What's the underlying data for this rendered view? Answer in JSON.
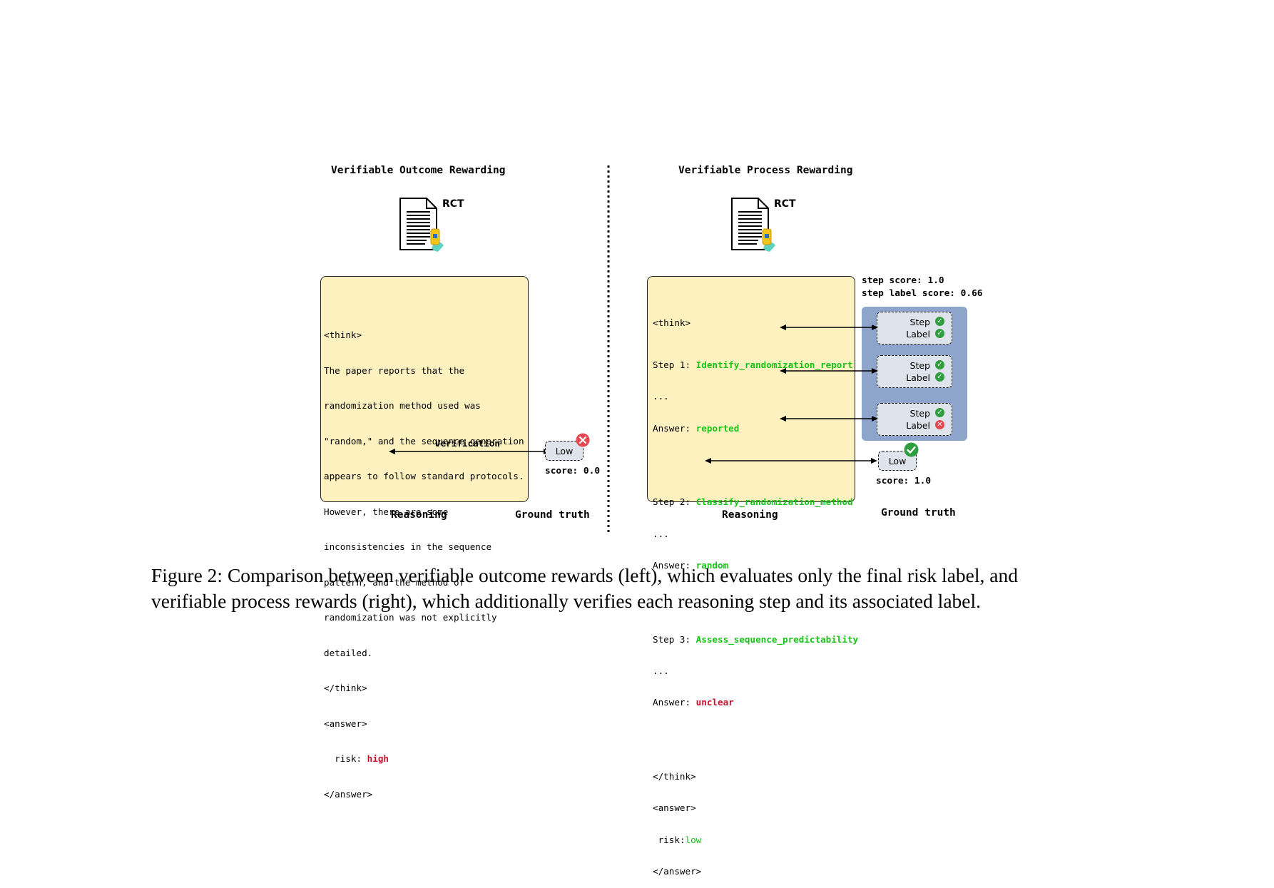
{
  "left": {
    "title": "Verifiable Outcome Rewarding",
    "doc_label": "RCT",
    "reasoning_lines": [
      "<think>",
      "The paper reports that the",
      "randomization method used was",
      "\"random,\" and the sequence generation",
      "appears to follow standard protocols.",
      "However, there are some",
      "inconsistencies in the sequence",
      "pattern, and the method of",
      "randomization was not explicitly",
      "detailed.",
      "</think>",
      "<answer>"
    ],
    "risk_prefix": "  risk: ",
    "risk_value": "high",
    "answer_close": "</answer>",
    "verification_label": "Verification",
    "ground_truth_value": "Low",
    "score": "score: 0.0",
    "reasoning_label": "Reasoning",
    "ground_truth_label": "Ground truth"
  },
  "right": {
    "title": "Verifiable Process Rewarding",
    "doc_label": "RCT",
    "think_open": "<think>",
    "steps": [
      {
        "prefix": "Step 1: ",
        "name": "Identify_randomization_report",
        "dots": "...",
        "answer_prefix": "Answer: ",
        "answer": "reported",
        "answer_status": "green",
        "step_label": "Step",
        "label_label": "Label",
        "step_ok": true,
        "label_ok": true
      },
      {
        "prefix": "Step 2: ",
        "name": "Classify_randomization_method",
        "dots": "...",
        "answer_prefix": "Answer: ",
        "answer": "random",
        "answer_status": "green",
        "step_label": "Step",
        "label_label": "Label",
        "step_ok": true,
        "label_ok": true
      },
      {
        "prefix": "Step 3: ",
        "name": "Assess_sequence_predictability",
        "dots": "...",
        "answer_prefix": "Answer: ",
        "answer": "unclear",
        "answer_status": "red",
        "step_label": "Step",
        "label_label": "Label",
        "step_ok": true,
        "label_ok": false
      }
    ],
    "think_close": "</think>",
    "answer_open": "<answer>",
    "risk_prefix": " risk:",
    "risk_value": "low",
    "answer_close": "</answer>",
    "step_score": "step score: 1.0",
    "step_label_score": "step label score: 0.66",
    "ground_truth_value": "Low",
    "score": "score: 1.0",
    "reasoning_label": "Reasoning",
    "ground_truth_label": "Ground truth"
  },
  "caption": {
    "line1": "Figure 2: Comparison between verifiable outcome rewards (left), which evaluates only the final risk label, and",
    "line2": "verifiable process rewards (right), which additionally verifies each reasoning step and its associated label."
  },
  "colors": {
    "panel": "#fdf2bf",
    "green": "#19c219",
    "red": "#c8102e",
    "blue_block": "#8ea5cb",
    "check": "#2e9e3f",
    "cross": "#e4474f"
  }
}
